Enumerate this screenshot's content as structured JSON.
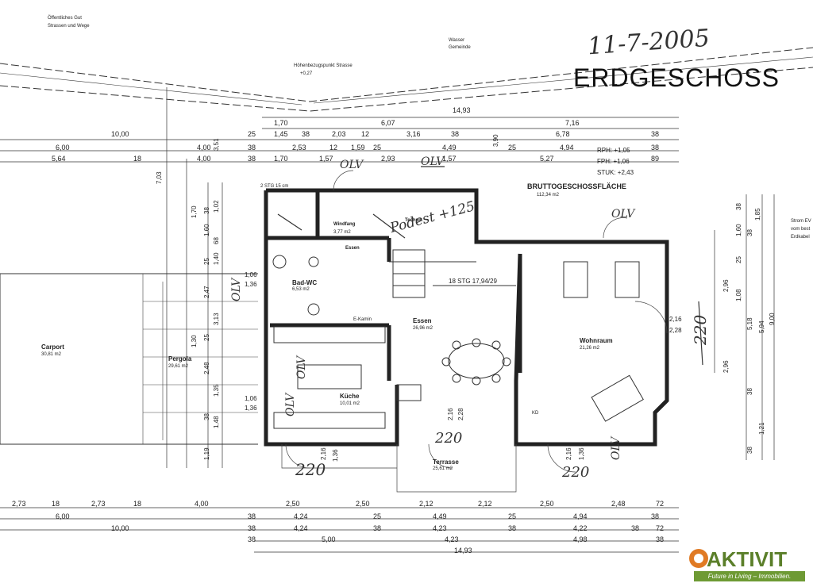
{
  "title": "ERDGESCHOSS",
  "signature_date": "11-7-2005",
  "header_left": [
    "Öffentliches Gut",
    "Strassen und Wege"
  ],
  "header_mid": "Höhenbezugspunkt Strasse",
  "header_mid_value": "+0,27",
  "header_water": [
    "Wasser",
    "Gemeinde"
  ],
  "right_note": [
    "Strom EV",
    "vom best",
    "Erdkabel"
  ],
  "area": {
    "label": "BRUTTOGESCHOSSFLÄCHE",
    "value": "112,34 m2"
  },
  "heights": [
    "RPH: +1,05",
    "FPH: +1,06",
    "STUK: +2,43"
  ],
  "stairs": [
    "2 STG 15 cm",
    "18 STG 17,94/29"
  ],
  "rooms": {
    "bad_wc": {
      "name": "Bad-WC",
      "area": "6,53 m2"
    },
    "windfang": {
      "name": "Windfang",
      "area": "3,77 m2"
    },
    "technik": {
      "name": "Technik",
      "area": ""
    },
    "essen_flur": {
      "name": "Essen",
      "area": ""
    },
    "essen": {
      "name": "Essen",
      "area": "26,96 m2"
    },
    "wohnraum": {
      "name": "Wohnraum",
      "area": "21,26 m2"
    },
    "kueche": {
      "name": "Küche",
      "area": "10,01 m2"
    },
    "terrasse": {
      "name": "Terrasse",
      "area": "25,61 m2"
    },
    "carport": {
      "name": "Carport",
      "area": "30,81 m2"
    },
    "pergola": {
      "name": "Pergola",
      "area": "29,61 m2"
    }
  },
  "dims_top": {
    "r1": [
      "14,93"
    ],
    "r2": [
      "1,70",
      "6,07",
      "7,16"
    ],
    "r3": [
      "10,00",
      "25",
      "1,45",
      "38",
      "2,03",
      "12",
      "3,16",
      "38",
      "6,78",
      "38"
    ],
    "r4": [
      "6,00",
      "4,00",
      "38",
      "2,53",
      "12",
      "1,59",
      "25",
      "4,49",
      "25",
      "4,94",
      "38"
    ],
    "r5": [
      "5,64",
      "18",
      "4,00",
      "38",
      "1,70",
      "1,57",
      "2,93",
      "1,57",
      "5,27",
      "89"
    ]
  },
  "dims_bottom": {
    "r1": [
      "2,73",
      "18",
      "2,73",
      "18",
      "4,00",
      "2,50",
      "2,50",
      "2,12",
      "2,12",
      "2,50",
      "2,48",
      "72"
    ],
    "r2": [
      "6,00",
      "38",
      "4,24",
      "25",
      "4,49",
      "25",
      "4,94",
      "38"
    ],
    "r3": [
      "10,00",
      "38",
      "4,24",
      "38",
      "4,23",
      "38",
      "4,22",
      "38",
      "72"
    ],
    "r4": [
      "38",
      "5,00",
      "4,23",
      "4,98",
      "38"
    ],
    "r5": [
      "14,93"
    ]
  },
  "dims_left_vertical": [
    "7,03",
    "3,51",
    "1,70",
    "1,60",
    "38",
    "1,02",
    "25",
    "1,40",
    "68",
    "2,47",
    "3,13",
    "25",
    "1,30",
    "2,48",
    "1,35",
    "38",
    "1,48",
    "1,19"
  ],
  "dims_right_vertical": [
    "38",
    "1,85",
    "1,60",
    "38",
    "25",
    "2,96",
    "1,08",
    "5,18",
    "5,94",
    "9,00",
    "2,96",
    "38",
    "1,21",
    "38"
  ],
  "dims_inner": [
    "2,16",
    "2,28",
    "2,16",
    "1,36",
    "2,16",
    "2,28",
    "1,06",
    "1,36",
    "1,06",
    "1,36",
    "2,16",
    "1,36",
    "3,90"
  ],
  "door_labels": [
    "E-Kamin",
    "KD"
  ],
  "handwritten": [
    "OLV",
    "OLV",
    "OLV",
    "OLV",
    "OLV",
    "OLV",
    "OLV",
    "220",
    "220",
    "220",
    "220",
    "Podest +125"
  ],
  "logo": {
    "word": "AKTIVIT",
    "tagline": "Future in Living – Immobilien."
  }
}
